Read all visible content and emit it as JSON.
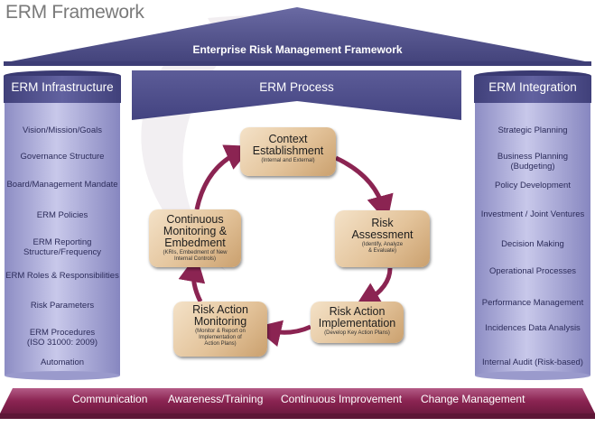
{
  "title": "ERM Framework",
  "roof_label": "Enterprise Risk Management Framework",
  "left_column": {
    "heading": "ERM Infrastructure",
    "items": [
      [
        "Vision/Mission/Goals"
      ],
      [
        "Governance Structure"
      ],
      [
        "Board/Management Mandate"
      ],
      [
        "ERM Policies"
      ],
      [
        "ERM Reporting",
        "Structure/Frequency"
      ],
      [
        "ERM Roles & Responsibilities"
      ],
      [
        "Risk Parameters"
      ],
      [
        "ERM Procedures",
        "(ISO 31000: 2009)"
      ],
      [
        "Automation"
      ]
    ]
  },
  "center": {
    "heading": "ERM Process",
    "stages": {
      "context": {
        "title": [
          "Context",
          "Establishment"
        ],
        "sub": [
          "(Internal and External)"
        ]
      },
      "assessment": {
        "title": [
          "Risk",
          "Assessment"
        ],
        "sub": [
          "(Identify, Analyze",
          "& Evaluate)"
        ]
      },
      "implementation": {
        "title": [
          "Risk Action",
          "Implementation"
        ],
        "sub": [
          "(Develop Key Action Plans)"
        ]
      },
      "monitoring": {
        "title": [
          "Risk Action",
          "Monitoring"
        ],
        "sub": [
          "(Monitor & Report on",
          "Implementation of",
          "Action Plans)"
        ]
      },
      "continuous": {
        "title": [
          "Continuous",
          "Monitoring &",
          "Embedment"
        ],
        "sub": [
          "(KRIs, Embedment of New",
          "Internal Controls)"
        ]
      }
    }
  },
  "right_column": {
    "heading": "ERM Integration",
    "items": [
      [
        "Strategic Planning"
      ],
      [
        "Business Planning (Budgeting)"
      ],
      [
        "Policy Development"
      ],
      [
        "Investment / Joint Ventures"
      ],
      [
        "Decision Making"
      ],
      [
        "Operational Processes"
      ],
      [
        "Performance Management"
      ],
      [
        "Incidences Data Analysis"
      ],
      [
        "Internal Audit (Risk-based)"
      ]
    ]
  },
  "foundation": [
    "Communication",
    "Awareness/Training",
    "Continuous Improvement",
    "Change Management"
  ],
  "colors": {
    "purple_dark": "#4a4a85",
    "purple_light": "#b7b7e0",
    "maroon": "#8b2452",
    "tan": "#e3c39a"
  }
}
